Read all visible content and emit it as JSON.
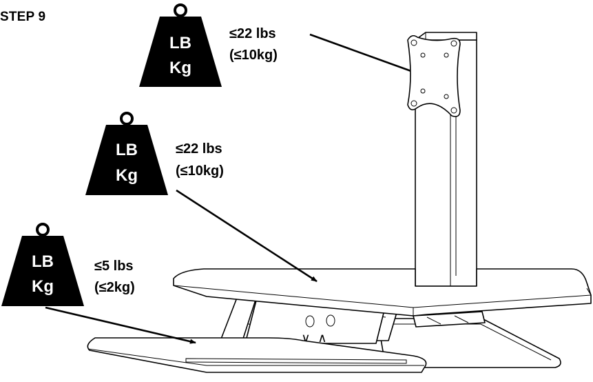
{
  "step": "STEP 9",
  "weight_badge": {
    "line1": "LB",
    "line2": "Kg"
  },
  "loads": [
    {
      "id": "monitor",
      "lbs": "≤22 lbs",
      "kg": "(≤10kg)"
    },
    {
      "id": "work-surface",
      "lbs": "≤22 lbs",
      "kg": "(≤10kg)"
    },
    {
      "id": "keyboard-tray",
      "lbs": "≤5 lbs",
      "kg": "(≤2kg)"
    }
  ],
  "controls": {
    "up": "∧",
    "down": "∨"
  }
}
